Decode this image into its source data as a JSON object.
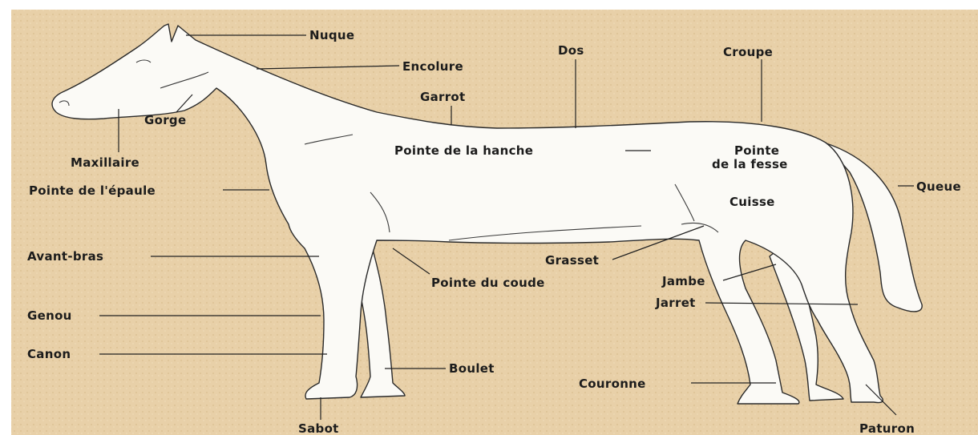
{
  "diagram": {
    "colors": {
      "background": "#e9d2ac",
      "horse": "#fbfaf6",
      "outline": "#2a2a2a",
      "text": "#1c1c1c"
    },
    "labels": {
      "nuque": "Nuque",
      "encolure": "Encolure",
      "dos": "Dos",
      "croupe": "Croupe",
      "garrot": "Garrot",
      "gorge": "Gorge",
      "maxillaire": "Maxillaire",
      "pointe_hanche": "Pointe de la hanche",
      "pointe_fesse_1": "Pointe",
      "pointe_fesse_2": "de la fesse",
      "queue": "Queue",
      "pointe_epaule": "Pointe de l'épaule",
      "cuisse": "Cuisse",
      "avant_bras": "Avant-bras",
      "grasset": "Grasset",
      "pointe_coude": "Pointe du coude",
      "jambe": "Jambe",
      "jarret": "Jarret",
      "genou": "Genou",
      "canon": "Canon",
      "boulet": "Boulet",
      "couronne": "Couronne",
      "sabot": "Sabot",
      "paturon": "Paturon"
    }
  }
}
